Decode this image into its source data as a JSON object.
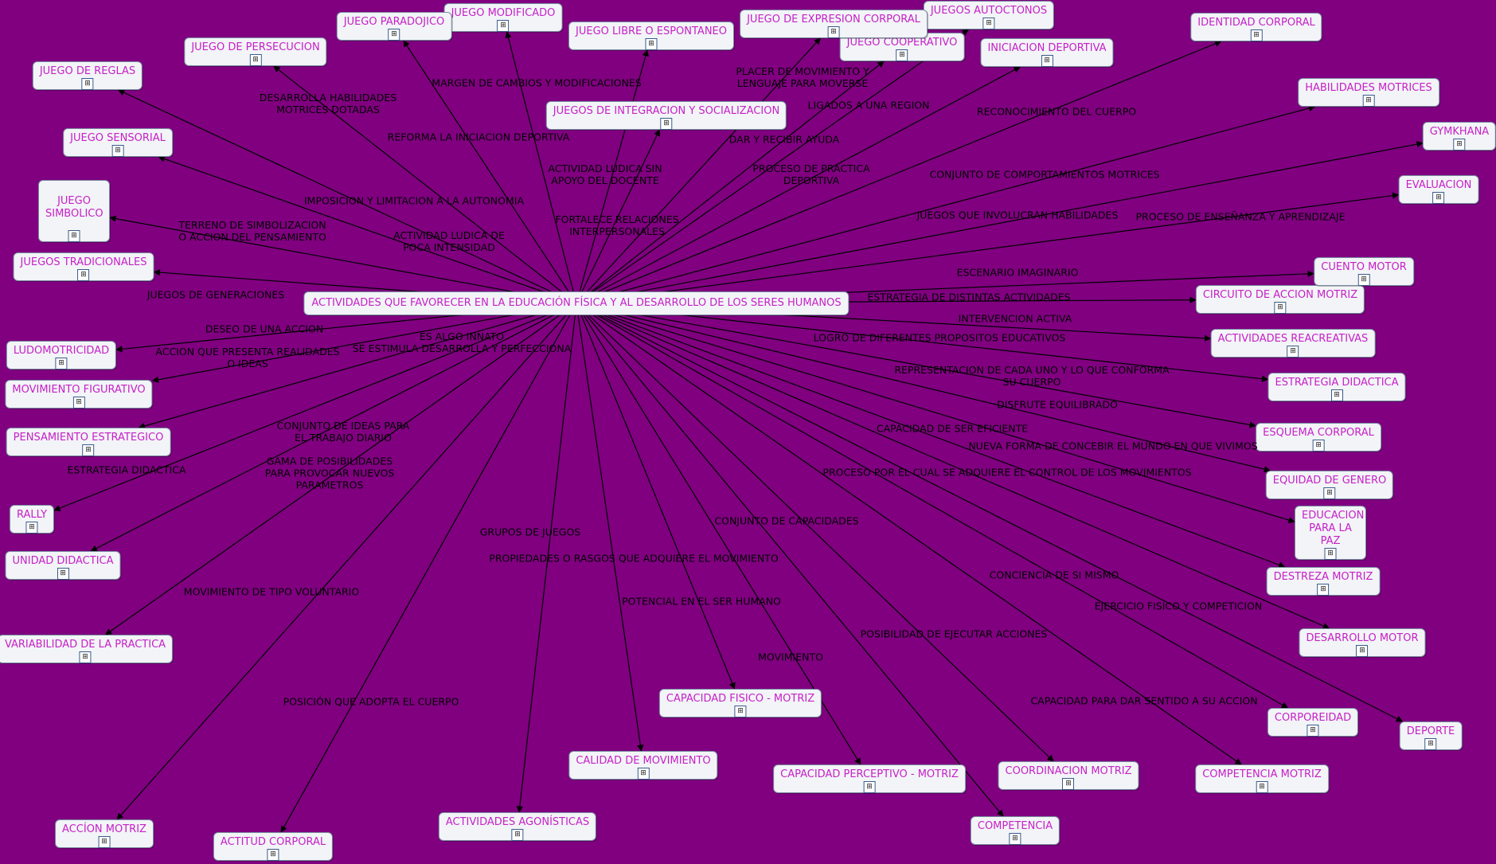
{
  "root": {
    "id": "root",
    "label": "ACTIVIDADES QUE FAVORECER EN LA EDUCACIÓN FÍSICA Y AL DESARROLLO DE LOS SERES HUMANOS"
  },
  "nodes": [
    {
      "id": "juego-modificado",
      "label": "JUEGO MODIFICADO"
    },
    {
      "id": "juego-paradojico",
      "label": "JUEGO PARADOJICO"
    },
    {
      "id": "juego-persecucion",
      "label": "JUEGO DE PERSECUCION"
    },
    {
      "id": "juego-reglas",
      "label": "JUEGO DE REGLAS"
    },
    {
      "id": "juego-sensorial",
      "label": "JUEGO SENSORIAL"
    },
    {
      "id": "juego-simbolico",
      "label": "JUEGO SIMBOLICO"
    },
    {
      "id": "juegos-tradicionales",
      "label": "JUEGOS TRADICIONALES"
    },
    {
      "id": "ludomotricidad",
      "label": "LUDOMOTRICIDAD"
    },
    {
      "id": "movimiento-figurativo",
      "label": "MOVIMIENTO FIGURATIVO"
    },
    {
      "id": "pensamiento-estrategico",
      "label": "PENSAMIENTO ESTRATEGICO"
    },
    {
      "id": "rally",
      "label": "RALLY"
    },
    {
      "id": "unidad-didactica",
      "label": "UNIDAD DIDACTICA"
    },
    {
      "id": "variabilidad-practica",
      "label": "VARIABILIDAD DE LA PRACTICA"
    },
    {
      "id": "accion-motriz",
      "label": "ACCÍON MOTRIZ"
    },
    {
      "id": "actitud-corporal",
      "label": "ACTITUD CORPORAL"
    },
    {
      "id": "actividades-agonisticas",
      "label": "ACTIVIDADES AGONÍSTICAS"
    },
    {
      "id": "calidad-movimiento",
      "label": "CALIDAD DE MOVIMIENTO"
    },
    {
      "id": "capacidad-fisico-motriz",
      "label": "CAPACIDAD FISICO - MOTRIZ"
    },
    {
      "id": "capacidad-perceptivo-motriz",
      "label": "CAPACIDAD PERCEPTIVO - MOTRIZ"
    },
    {
      "id": "competencia",
      "label": "COMPETENCIA"
    },
    {
      "id": "coordinacion-motriz",
      "label": "COORDINACION MOTRIZ"
    },
    {
      "id": "competencia-motriz",
      "label": "COMPETENCIA MOTRIZ"
    },
    {
      "id": "corporeidad",
      "label": "CORPOREIDAD"
    },
    {
      "id": "deporte",
      "label": "DEPORTE"
    },
    {
      "id": "desarrollo-motor",
      "label": "DESARROLLO MOTOR"
    },
    {
      "id": "destreza-motriz",
      "label": "DESTREZA MOTRIZ"
    },
    {
      "id": "educacion-paz",
      "label": "EDUCACION PARA LA PAZ"
    },
    {
      "id": "equidad-genero",
      "label": "EQUIDAD DE GENERO"
    },
    {
      "id": "esquema-corporal",
      "label": "ESQUEMA CORPORAL"
    },
    {
      "id": "estrategia-didactica",
      "label": "ESTRATEGIA DIDACTICA"
    },
    {
      "id": "actividades-recreativas",
      "label": "ACTIVIDADES REACREATIVAS"
    },
    {
      "id": "circuito-accion-motriz",
      "label": "CIRCUITO DE ACCION MOTRIZ"
    },
    {
      "id": "cuento-motor",
      "label": "CUENTO MOTOR"
    },
    {
      "id": "evaluacion",
      "label": "EVALUACION"
    },
    {
      "id": "gymkhana",
      "label": "GYMKHANA"
    },
    {
      "id": "habilidades-motrices",
      "label": "HABILIDADES MOTRICES"
    },
    {
      "id": "identidad-corporal",
      "label": "IDENTIDAD CORPORAL"
    },
    {
      "id": "iniciacion-deportiva",
      "label": "INICIACION DEPORTIVA"
    },
    {
      "id": "juegos-autoctonos",
      "label": "JUEGOS AUTOCTONOS"
    },
    {
      "id": "juego-cooperativo",
      "label": "JUEGO COOPERATIVO"
    },
    {
      "id": "juego-expresion-corporal",
      "label": "JUEGO DE EXPRESION CORPORAL"
    },
    {
      "id": "juego-libre",
      "label": "JUEGO LIBRE O ESPONTANEO"
    },
    {
      "id": "juegos-integracion",
      "label": "JUEGOS DE INTEGRACION Y SOCIALIZACION"
    }
  ],
  "links": [
    {
      "to": "juego-modificado",
      "label": "MARGEN DE CAMBIOS Y MODIFICACIONES"
    },
    {
      "to": "juego-paradojico",
      "label": "REFORMA LA INICIACION DEPORTIVA"
    },
    {
      "to": "juego-persecucion",
      "label": "DESARROLLA HABILIDADES\nMOTRICES DOTADAS"
    },
    {
      "to": "juego-reglas",
      "label": "IMPOSICION Y LIMITACION A LA AUTONOMIA"
    },
    {
      "to": "juego-sensorial",
      "label": "ACTIVIDAD LUDICA DE\nPOCA INTENSIDAD"
    },
    {
      "to": "juego-simbolico",
      "label": "TERRENO DE SIMBOLIZACION\nO ACCION DEL PENSAMIENTO"
    },
    {
      "to": "juegos-tradicionales",
      "label": "JUEGOS DE GENERACIONES"
    },
    {
      "to": "ludomotricidad",
      "label": "DESEO DE UNA ACCION"
    },
    {
      "to": "movimiento-figurativo",
      "label": "ACCION QUE PRESENTA REALIDADES\nO IDEAS"
    },
    {
      "to": "pensamiento-estrategico",
      "label": "ES ALGO INNATO\nSE ESTIMULA DESARROLLA Y PERFECCIONA"
    },
    {
      "to": "rally",
      "label": "ESTRATEGIA DIDACTICA"
    },
    {
      "to": "unidad-didactica",
      "label": "CONJUNTO DE IDEAS PARA\nEL TRABAJO DIARIO"
    },
    {
      "to": "variabilidad-practica",
      "label": "GAMA DE POSIBILIDADES\nPARA PROVOCAR NUEVOS\nPARAMETROS"
    },
    {
      "to": "accion-motriz",
      "label": "MOVIMIENTO DE TIPO VOLUNTARIO"
    },
    {
      "to": "actitud-corporal",
      "label": "POSICIÓN QUE ADOPTA EL CUERPO"
    },
    {
      "to": "actividades-agonisticas",
      "label": "GRUPOS DE JUEGOS"
    },
    {
      "to": "calidad-movimiento",
      "label": "PROPIEDADES O RASGOS QUE ADQUIERE EL MOVIMIENTO"
    },
    {
      "to": "capacidad-fisico-motriz",
      "label": "POTENCIAL EN EL SER HUMANO"
    },
    {
      "to": "capacidad-perceptivo-motriz",
      "label": "MOVIMIENTO"
    },
    {
      "to": "competencia",
      "label": "CONJUNTO DE CAPACIDADES"
    },
    {
      "to": "coordinacion-motriz",
      "label": "POSIBILIDAD DE EJECUTAR ACCIONES"
    },
    {
      "to": "competencia-motriz",
      "label": "CAPACIDAD PARA DAR SENTIDO A SU ACCION"
    },
    {
      "to": "corporeidad",
      "label": "CONCIENCIA DE SI MISMO"
    },
    {
      "to": "deporte",
      "label": "EJERCICIO FISICO Y COMPETICION"
    },
    {
      "to": "desarrollo-motor",
      "label": "PROCESO POR EL CUAL SE ADQUIERE EL CONTROL DE LOS MOVIMIENTOS"
    },
    {
      "to": "destreza-motriz",
      "label": "CAPACIDAD DE SER EFICIENTE"
    },
    {
      "to": "educacion-paz",
      "label": "NUEVA FORMA DE CONCEBIR EL MUNDO EN QUE VIVIMOS"
    },
    {
      "to": "equidad-genero",
      "label": "DISFRUTE EQUILIBRADO"
    },
    {
      "to": "esquema-corporal",
      "label": "REPRESENTACION DE CADA UNO Y LO QUE CONFORMA\nSU CUERPO"
    },
    {
      "to": "estrategia-didactica",
      "label": "LOGRO DE DIFERENTES PROPOSITOS EDUCATIVOS"
    },
    {
      "to": "actividades-recreativas",
      "label": "INTERVENCION ACTIVA"
    },
    {
      "to": "circuito-accion-motriz",
      "label": "ESTRATEGIA DE DISTINTAS ACTIVIDADES"
    },
    {
      "to": "cuento-motor",
      "label": "ESCENARIO IMAGINARIO"
    },
    {
      "to": "evaluacion",
      "label": "PROCESO DE ENSEÑANZA Y APRENDIZAJE"
    },
    {
      "to": "gymkhana",
      "label": "JUEGOS QUE INVOLUCRAN HABILIDADES"
    },
    {
      "to": "habilidades-motrices",
      "label": "CONJUNTO DE COMPORTAMIENTOS MOTRICES"
    },
    {
      "to": "identidad-corporal",
      "label": "RECONOCIMIENTO DEL CUERPO"
    },
    {
      "to": "iniciacion-deportiva",
      "label": "PROCESO DE PRACTICA\nDEPORTIVA"
    },
    {
      "to": "juegos-autoctonos",
      "label": "LIGADOS A UNA REGION"
    },
    {
      "to": "juego-cooperativo",
      "label": "DAR Y RECIBIR AYUDA"
    },
    {
      "to": "juego-expresion-corporal",
      "label": "PLACER DE MOVIMIENTO Y\nLENGUAJE PARA MOVERSE"
    },
    {
      "to": "juego-libre",
      "label": "ACTIVIDAD LUDICA SIN\nAPOYO DEL DOCENTE"
    },
    {
      "to": "juegos-integracion",
      "label": "FORTALECE RELACIONES\nINTERPERSONALES"
    }
  ],
  "colors": {
    "background": "#800080",
    "node_fill": "#f2f4f7",
    "node_text": "#c71fc7",
    "line": "#000000"
  },
  "icons": {
    "node_resource": "resource-link-icon"
  }
}
